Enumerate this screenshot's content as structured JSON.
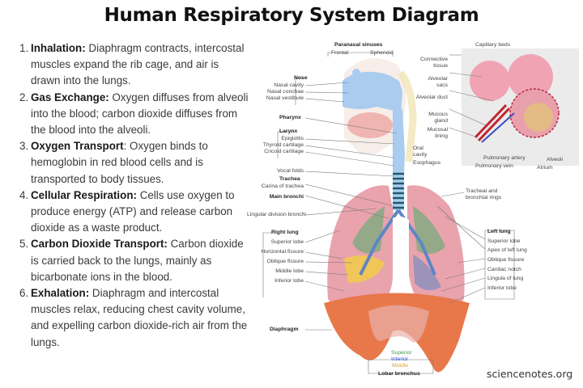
{
  "title": "Human Respiratory System Diagram",
  "steps": [
    {
      "num": "1.",
      "term": "Inhalation:",
      "text": " Diaphragm contracts, intercostal muscles expand the rib cage, and air is drawn into the lungs."
    },
    {
      "num": "2.",
      "term": "Gas Exchange:",
      "text": " Oxygen diffuses from alveoli into the blood; carbon dioxide diffuses from the blood into the alveoli."
    },
    {
      "num": "3.",
      "term": "Oxygen Transport",
      "text": ": Oxygen binds to hemoglobin in red blood cells and is transported to body tissues."
    },
    {
      "num": "4.",
      "term": "Cellular Respiration:",
      "text": " Cells use oxygen to produce energy (ATP) and release carbon dioxide as a waste product."
    },
    {
      "num": "5.",
      "term": "Carbon Dioxide Transport:",
      "text": " Carbon dioxide is carried back to the lungs, mainly as bicarbonate ions in the blood."
    },
    {
      "num": "6.",
      "term": "Exhalation:",
      "text": " Diaphragm and intercostal muscles relax, reducing chest cavity volume, and expelling carbon dioxide-rich air from the lungs."
    }
  ],
  "diagram": {
    "paranasal": {
      "group": "Paranasal sinuses",
      "frontal": "Frontal",
      "sphenoid": "Sphenoid"
    },
    "nose": {
      "group": "Nose",
      "items": [
        "Nasal cavity",
        "Nasal conchae",
        "Nasal vestibule"
      ]
    },
    "pharynx": "Pharynx",
    "larynx": {
      "group": "Larynx",
      "items": [
        "Epiglottis",
        "Thyroid cartilage",
        "Cricoid cartilage"
      ]
    },
    "vocal_folds": "Vocal folds",
    "trachea": {
      "group": "Trachea",
      "items": [
        "Carina of trachea"
      ]
    },
    "main_bronchi": "Main bronchi",
    "lingular": "Lingular division bronchi",
    "right_lung": {
      "group": "Right lung",
      "items": [
        "Superior lobe",
        "Horizontal fissure",
        "Oblique fissure",
        "Middle lobe",
        "Inferior lobe"
      ]
    },
    "diaphragm": "Diaphragm",
    "oral_cavity": "Oral cavity",
    "esophagus": "Esophagus",
    "tracheal_rings": "Tracheal and bronchial rings",
    "left_lung": {
      "group": "Left lung",
      "items": [
        "Superior lobe",
        "Apex of left lung",
        "Oblique fissure",
        "Cardiac notch",
        "Lingula of lung",
        "Inferior lobe"
      ]
    },
    "lobar": {
      "group": "Lobar bronchus",
      "superior": "Superior",
      "inferior": "Inferior",
      "middle": "Middle"
    },
    "alveoli_inset": {
      "capillary_beds": "Capillary beds",
      "left_labels": [
        "Connective tissue",
        "Alveolar sacs",
        "Alveolar duct",
        "Mucous gland",
        "Mucosal lining"
      ],
      "pulmonary_artery": "Pulmonary artery",
      "pulmonary_vein": "Pulmonary vein",
      "alveoli": "Alveoli",
      "atrium": "Atrium"
    },
    "colors": {
      "lung": "#e9a3ad",
      "airway": "#a9ccef",
      "diaphragm": "#e8784a",
      "bronchi_green": "#4caf6a",
      "bronchi_yellow": "#f2d23c",
      "bronchi_blue": "#5c86c6",
      "label_superior": "#3f9a4f",
      "label_inferior": "#2f4fd9",
      "label_middle": "#d9a73a"
    }
  },
  "credit": "sciencenotes.org"
}
